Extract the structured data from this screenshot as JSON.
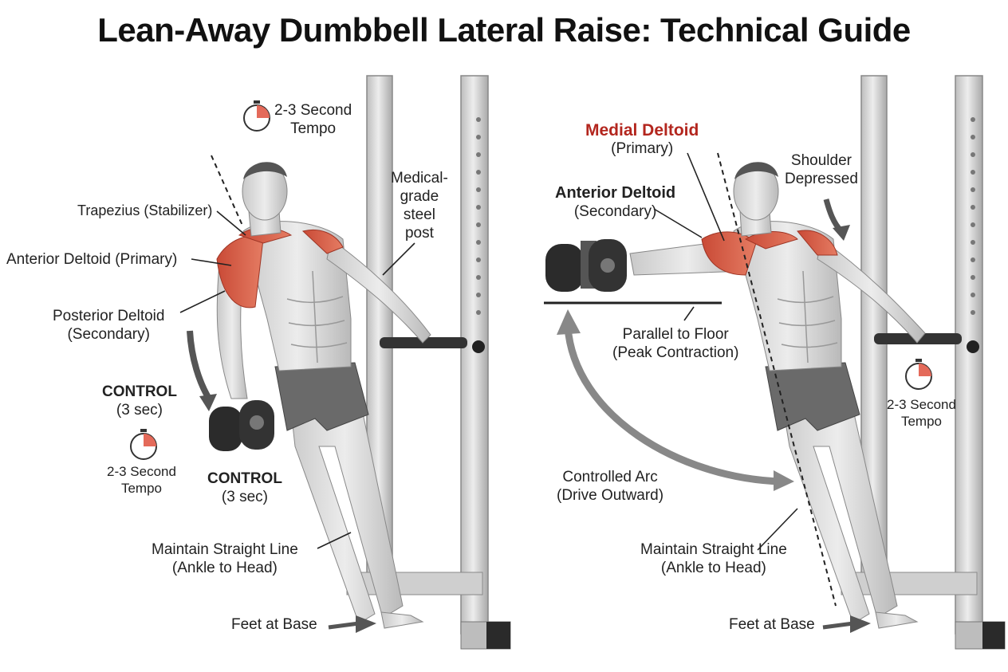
{
  "title": "Lean-Away Dumbbell Lateral Raise: Technical Guide",
  "left_panel": {
    "tempo_top": {
      "line1": "2-3 Second",
      "line2": "Tempo"
    },
    "trapezius": "Trapezius (Stabilizer)",
    "anterior_deltoid": "Anterior Deltoid (Primary)",
    "posterior_deltoid": {
      "line1": "Posterior Deltoid",
      "line2": "(Secondary)"
    },
    "post": {
      "line1": "Medical-",
      "line2": "grade",
      "line3": "steel",
      "line4": "post"
    },
    "control_a": {
      "line1": "CONTROL",
      "line2": "(3 sec)"
    },
    "tempo_low": {
      "line1": "2-3 Second",
      "line2": "Tempo"
    },
    "control_b": {
      "line1": "CONTROL",
      "line2": "(3 sec)"
    },
    "straight_line": {
      "line1": "Maintain Straight Line",
      "line2": "(Ankle to Head)"
    },
    "feet": "Feet at Base"
  },
  "right_panel": {
    "medial_deltoid": {
      "line1": "Medial Deltoid",
      "line2": "(Primary)"
    },
    "shoulder": {
      "line1": "Shoulder",
      "line2": "Depressed"
    },
    "anterior_deltoid": {
      "line1": "Anterior Deltoid",
      "line2": "(Secondary)"
    },
    "parallel": {
      "line1": "Parallel to Floor",
      "line2": "(Peak Contraction)"
    },
    "tempo": {
      "line1": "2-3 Second",
      "line2": "Tempo"
    },
    "arc": {
      "line1": "Controlled Arc",
      "line2": "(Drive Outward)"
    },
    "straight_line": {
      "line1": "Maintain Straight Line",
      "line2": "(Ankle to Head)"
    },
    "feet": "Feet at Base"
  },
  "colors": {
    "muscle_highlight": "#d9604a",
    "accent_red": "#b3261e",
    "steel": "#d6d6d6",
    "dumbbell": "#2b2b2b"
  }
}
